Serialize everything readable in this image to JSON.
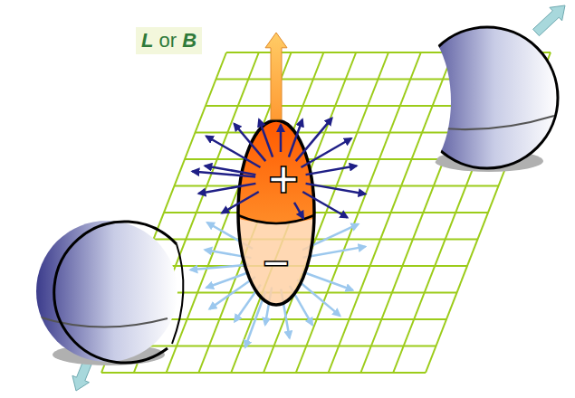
{
  "diagram": {
    "labels": [
      "L or B",
      "+",
      "−"
    ]
  }
}
